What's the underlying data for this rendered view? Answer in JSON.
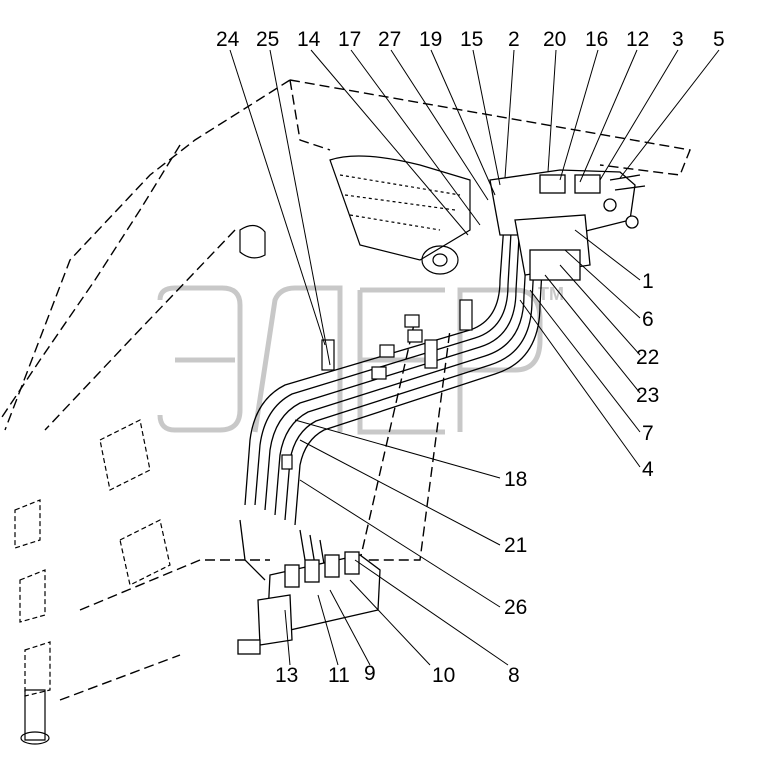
{
  "diagram": {
    "watermark": "ЭЛЕР",
    "trademark": "TM",
    "callouts_top": [
      "24",
      "25",
      "14",
      "17",
      "27",
      "19",
      "15",
      "2",
      "20",
      "16",
      "12",
      "3",
      "5"
    ],
    "callouts_right": [
      "1",
      "6",
      "22",
      "23",
      "7",
      "4"
    ],
    "callouts_mid": [
      "18",
      "21",
      "26"
    ],
    "callouts_bottom": [
      "13",
      "11",
      "9",
      "10",
      "8"
    ]
  }
}
